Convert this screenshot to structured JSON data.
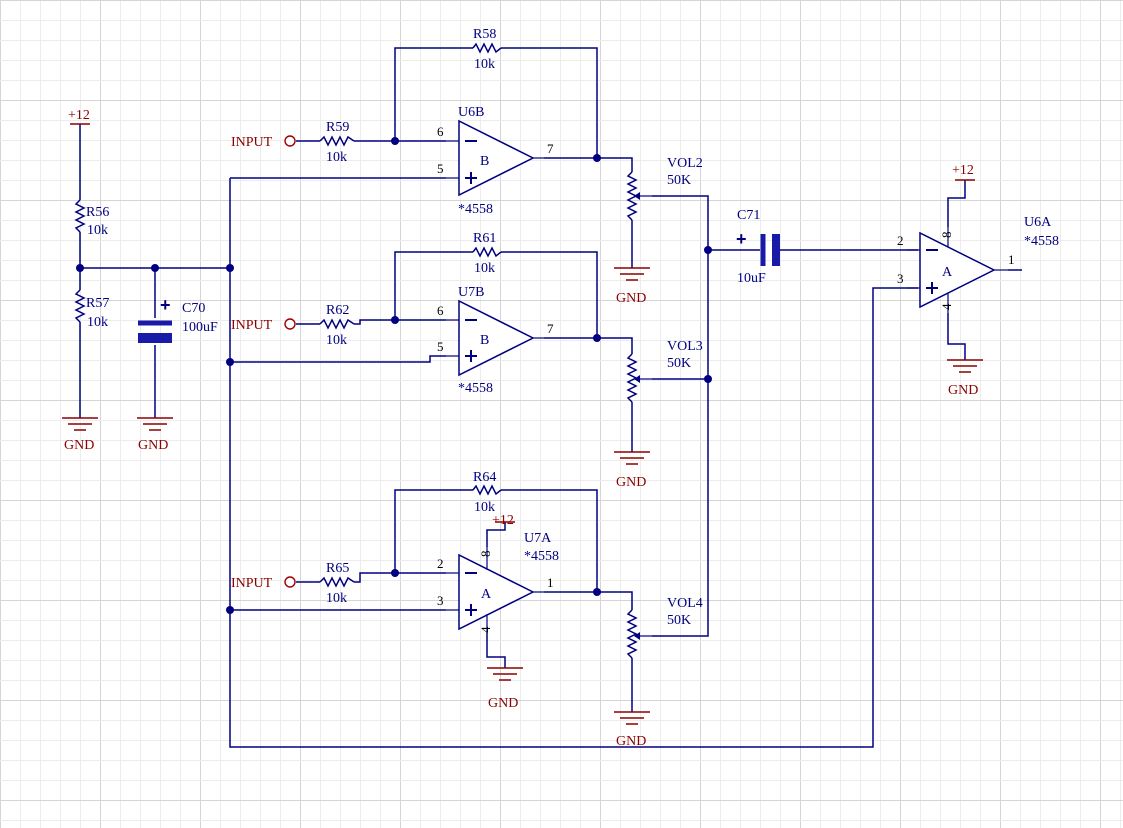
{
  "opamps": [
    {
      "ref": "U6B",
      "value": "*4558",
      "unit": "B",
      "pin_in_minus": "6",
      "pin_in_plus": "5",
      "pin_out": "7",
      "pin_vcc": "",
      "pin_gnd": ""
    },
    {
      "ref": "U7B",
      "value": "*4558",
      "unit": "B",
      "pin_in_minus": "6",
      "pin_in_plus": "5",
      "pin_out": "7",
      "pin_vcc": "",
      "pin_gnd": ""
    },
    {
      "ref": "U7A",
      "value": "*4558",
      "unit": "A",
      "pin_in_minus": "2",
      "pin_in_plus": "3",
      "pin_out": "1",
      "pin_vcc": "8",
      "pin_gnd": "4"
    },
    {
      "ref": "U6A",
      "value": "*4558",
      "unit": "A",
      "pin_in_minus": "2",
      "pin_in_plus": "3",
      "pin_out": "1",
      "pin_vcc": "8",
      "pin_gnd": "4"
    }
  ],
  "resistors": [
    {
      "ref": "R58",
      "value": "10k"
    },
    {
      "ref": "R59",
      "value": "10k"
    },
    {
      "ref": "R56",
      "value": "10k"
    },
    {
      "ref": "R57",
      "value": "10k"
    },
    {
      "ref": "R61",
      "value": "10k"
    },
    {
      "ref": "R62",
      "value": "10k"
    },
    {
      "ref": "R64",
      "value": "10k"
    },
    {
      "ref": "R65",
      "value": "10k"
    }
  ],
  "capacitors": [
    {
      "ref": "C70",
      "value": "100uF",
      "polarity": "+"
    },
    {
      "ref": "C71",
      "value": "10uF",
      "polarity": "+"
    }
  ],
  "potentiometers": [
    {
      "ref": "VOL2",
      "value": "50K"
    },
    {
      "ref": "VOL3",
      "value": "50K"
    },
    {
      "ref": "VOL4",
      "value": "50K"
    }
  ],
  "ports": [
    "INPUT",
    "INPUT",
    "INPUT"
  ],
  "power": {
    "vcc": "+12",
    "gnd": "GND"
  },
  "colors": {
    "wire": "#000080",
    "power": "#8b0000",
    "grid": "#d4d4d4"
  }
}
